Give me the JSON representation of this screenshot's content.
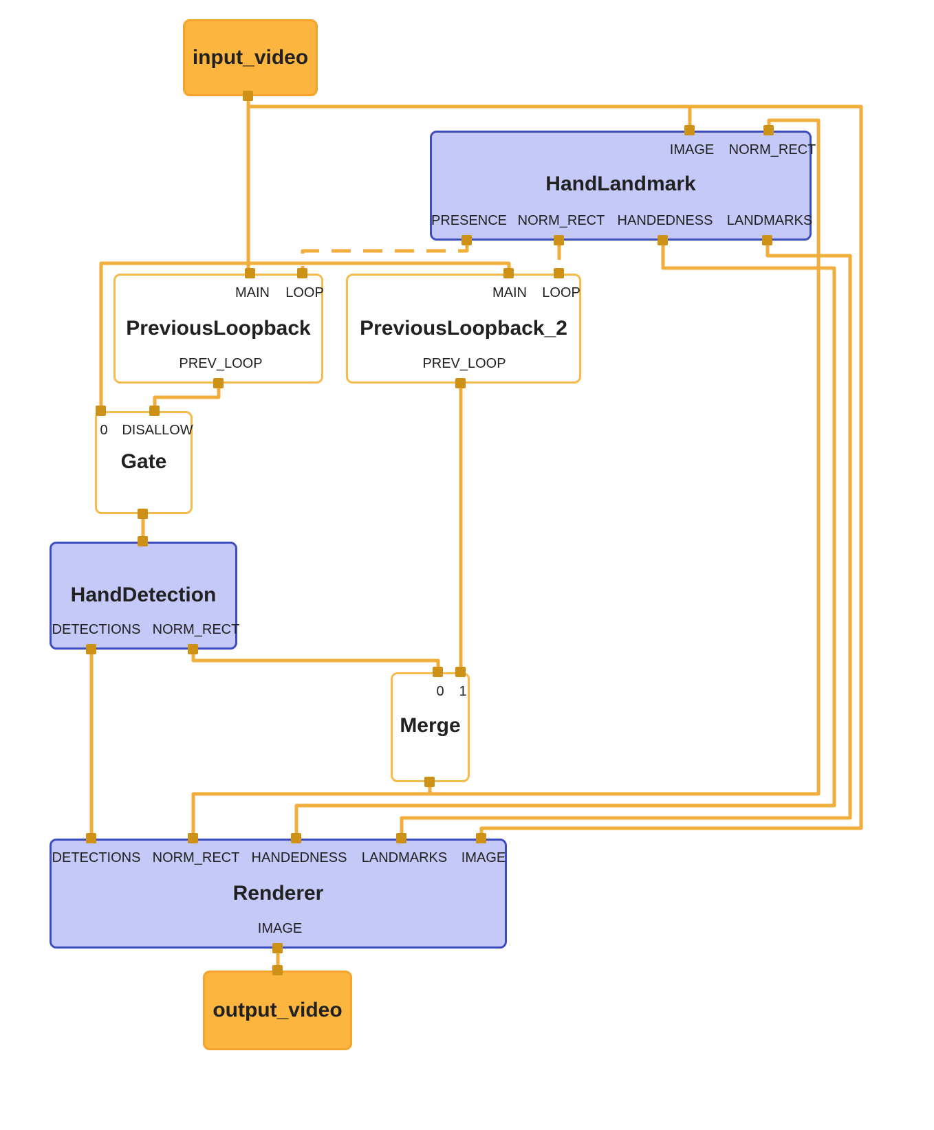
{
  "diagram": {
    "nodes": {
      "input_video": {
        "title": "input_video"
      },
      "hand_landmark": {
        "title": "HandLandmark",
        "inputs": [
          "IMAGE",
          "NORM_RECT"
        ],
        "outputs": [
          "PRESENCE",
          "NORM_RECT",
          "HANDEDNESS",
          "LANDMARKS"
        ]
      },
      "previous_loopback": {
        "title": "PreviousLoopback",
        "inputs": [
          "MAIN",
          "LOOP"
        ],
        "outputs": [
          "PREV_LOOP"
        ]
      },
      "previous_loopback_2": {
        "title": "PreviousLoopback_2",
        "inputs": [
          "MAIN",
          "LOOP"
        ],
        "outputs": [
          "PREV_LOOP"
        ]
      },
      "gate": {
        "title": "Gate",
        "inputs": [
          "0",
          "DISALLOW"
        ]
      },
      "hand_detection": {
        "title": "HandDetection",
        "outputs": [
          "DETECTIONS",
          "NORM_RECT"
        ]
      },
      "merge": {
        "title": "Merge",
        "inputs": [
          "0",
          "1"
        ]
      },
      "renderer": {
        "title": "Renderer",
        "inputs": [
          "DETECTIONS",
          "NORM_RECT",
          "HANDEDNESS",
          "LANDMARKS",
          "IMAGE"
        ],
        "outputs": [
          "IMAGE"
        ]
      },
      "output_video": {
        "title": "output_video"
      }
    },
    "edges": [
      {
        "from": "input_video",
        "to": "PreviousLoopback.MAIN",
        "style": "solid"
      },
      {
        "from": "input_video",
        "to": "PreviousLoopback_2.MAIN",
        "style": "solid"
      },
      {
        "from": "input_video",
        "to": "Gate.0",
        "style": "solid"
      },
      {
        "from": "input_video",
        "to": "HandLandmark.IMAGE",
        "style": "solid"
      },
      {
        "from": "input_video",
        "to": "Renderer.IMAGE",
        "style": "solid"
      },
      {
        "from": "HandLandmark.PRESENCE",
        "to": "PreviousLoopback.LOOP",
        "style": "dashed"
      },
      {
        "from": "HandLandmark.NORM_RECT",
        "to": "PreviousLoopback_2.LOOP",
        "style": "dashed"
      },
      {
        "from": "HandLandmark.HANDEDNESS",
        "to": "Renderer.HANDEDNESS",
        "style": "solid"
      },
      {
        "from": "HandLandmark.LANDMARKS",
        "to": "Renderer.LANDMARKS",
        "style": "solid"
      },
      {
        "from": "PreviousLoopback.PREV_LOOP",
        "to": "Gate.DISALLOW",
        "style": "solid"
      },
      {
        "from": "Gate",
        "to": "HandDetection",
        "style": "solid"
      },
      {
        "from": "HandDetection.DETECTIONS",
        "to": "Renderer.DETECTIONS",
        "style": "solid"
      },
      {
        "from": "HandDetection.NORM_RECT",
        "to": "Merge.0",
        "style": "solid"
      },
      {
        "from": "PreviousLoopback_2.PREV_LOOP",
        "to": "Merge.1",
        "style": "solid"
      },
      {
        "from": "Merge",
        "to": "Renderer.NORM_RECT",
        "style": "solid"
      },
      {
        "from": "Merge",
        "to": "HandLandmark.NORM_RECT",
        "style": "solid"
      },
      {
        "from": "Renderer.IMAGE",
        "to": "output_video",
        "style": "solid"
      }
    ],
    "colors": {
      "edge_color": "#F2AE3C",
      "port_color": "#CE9118",
      "io_fill": "#FCB53F",
      "io_border": "#F2A42C",
      "calc_fill": "#C5C9F7",
      "calc_border": "#3D4CC0",
      "plain_border": "#F7BA4B",
      "text_color": "#212121"
    }
  }
}
